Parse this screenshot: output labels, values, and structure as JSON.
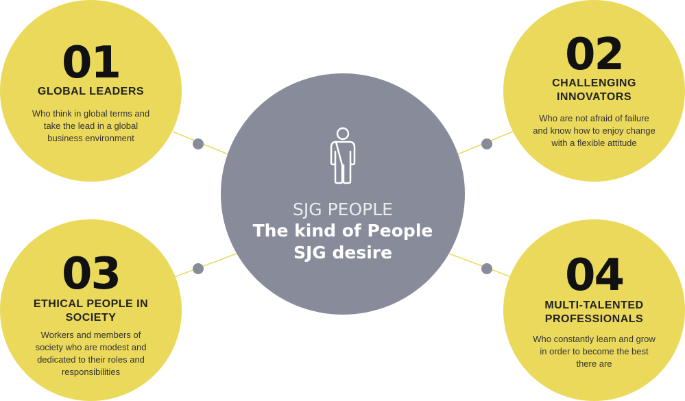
{
  "center": {
    "label": "SJG PEOPLE",
    "title_line1": "The kind of People",
    "title_line2": "SJG desire",
    "icon": "person-icon"
  },
  "items": [
    {
      "number": "01",
      "title_line1": "GLOBAL LEADERS",
      "title_line2": "",
      "desc": [
        "Who think in global terms and",
        "take the lead in a global",
        "business environment"
      ]
    },
    {
      "number": "02",
      "title_line1": "CHALLENGING",
      "title_line2": "INNOVATORS",
      "desc": [
        "Who are not afraid of failure",
        "and know how to enjoy change",
        "with a flexible attitude"
      ]
    },
    {
      "number": "03",
      "title_line1": "ETHICAL PEOPLE IN",
      "title_line2": "SOCIETY",
      "desc": [
        "Workers and members of",
        "society who are modest and",
        "dedicated to their roles and",
        "responsibilities"
      ]
    },
    {
      "number": "04",
      "title_line1": "MULTI-TALENTED",
      "title_line2": "PROFESSIONALS",
      "desc": [
        "Who constantly learn and grow",
        "in order to become the best",
        "there are"
      ]
    }
  ],
  "colors": {
    "circle_fill": "#ebd95c",
    "center_fill": "#878b9a",
    "connector_dot": "#878b9a",
    "connector_line": "#ebd95c"
  }
}
